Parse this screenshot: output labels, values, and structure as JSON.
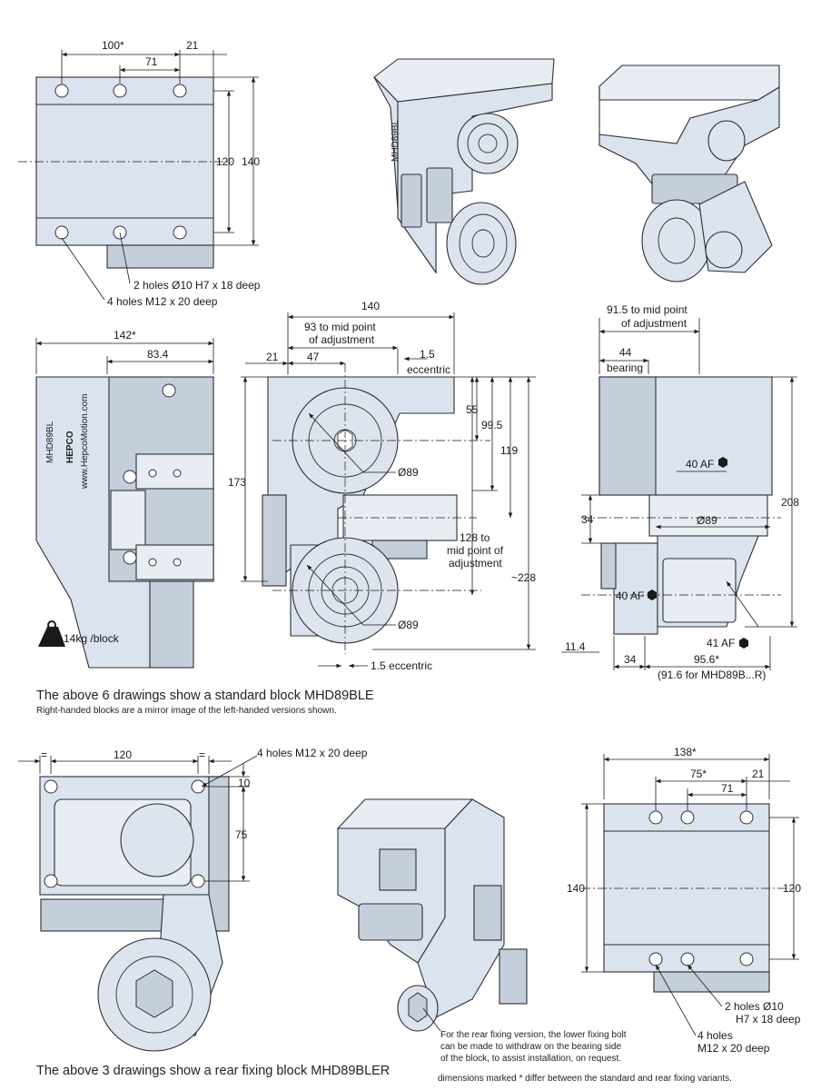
{
  "brand": {
    "model_vertical": "MHD89BL",
    "website_vertical": "www.HepcoMotion.com",
    "logo_text": "HEPCO"
  },
  "top_view": {
    "d_100": "100*",
    "d_21": "21",
    "d_71": "71",
    "d_120": "120",
    "d_140": "140",
    "note_holes_10": "2 holes Ø10 H7 x 18 deep",
    "note_holes_m12": "4 holes M12 x 20 deep"
  },
  "side_view_left": {
    "d_142": "142*",
    "d_83_4": "83.4",
    "weight": "14kg /block"
  },
  "front_view": {
    "d_140": "140",
    "d_93a": "93 to mid point",
    "d_93b": "of adjustment",
    "d_21": "21",
    "d_47": "47",
    "d_1_5": "1.5",
    "eccentric": "eccentric",
    "d_55": "55",
    "d_99_5": "99.5",
    "d_119": "119",
    "d_173": "173",
    "dia_upper": "Ø89",
    "dia_lower": "Ø89",
    "d_128a": "128 to",
    "d_128b": "mid point of",
    "d_128c": "adjustment",
    "d_228": "~228",
    "bottom_eccentric": "1.5 eccentric"
  },
  "side_view_right": {
    "d_91a": "91.5 to mid point",
    "d_91b": "of adjustment",
    "d_44": "44",
    "bearing": "bearing",
    "af_40_top": "40 AF",
    "dia": "Ø89",
    "d_34_left": "34",
    "d_208": "208",
    "af_40_left": "40 AF",
    "af_41": "41 AF",
    "d_11_4": "11.4",
    "d_34_bottom": "34",
    "d_95_6": "95.6*",
    "d_91_6": "(91.6 for MHD89B...R)"
  },
  "caption1": "The above 6 drawings show a standard block MHD89BLE",
  "caption1_sub": "Right-handed blocks are a mirror image of the left-handed versions shown.",
  "rear_front_view": {
    "eq_left": "=",
    "d_120": "120",
    "eq_right": "=",
    "holes": "4 holes M12 x 20 deep",
    "d_10": "10",
    "d_75": "75"
  },
  "rear_top_view": {
    "d_138": "138*",
    "d_75": "75*",
    "d_21": "21",
    "d_71": "71",
    "d_140": "140",
    "d_120": "120",
    "holes_10a": "2 holes Ø10",
    "holes_10b": "H7 x 18 deep",
    "holes_m12a": "4 holes",
    "holes_m12b": "M12 x 20 deep"
  },
  "rear_note": [
    "For the rear fixing version, the lower fixing bolt",
    "can be made to withdraw on the bearing side",
    "of the block, to assist installation, on request."
  ],
  "caption2": "The above 3 drawings show a rear fixing block MHD89BLER",
  "caption2_note": "dimensions marked * differ between the standard and rear fixing variants."
}
